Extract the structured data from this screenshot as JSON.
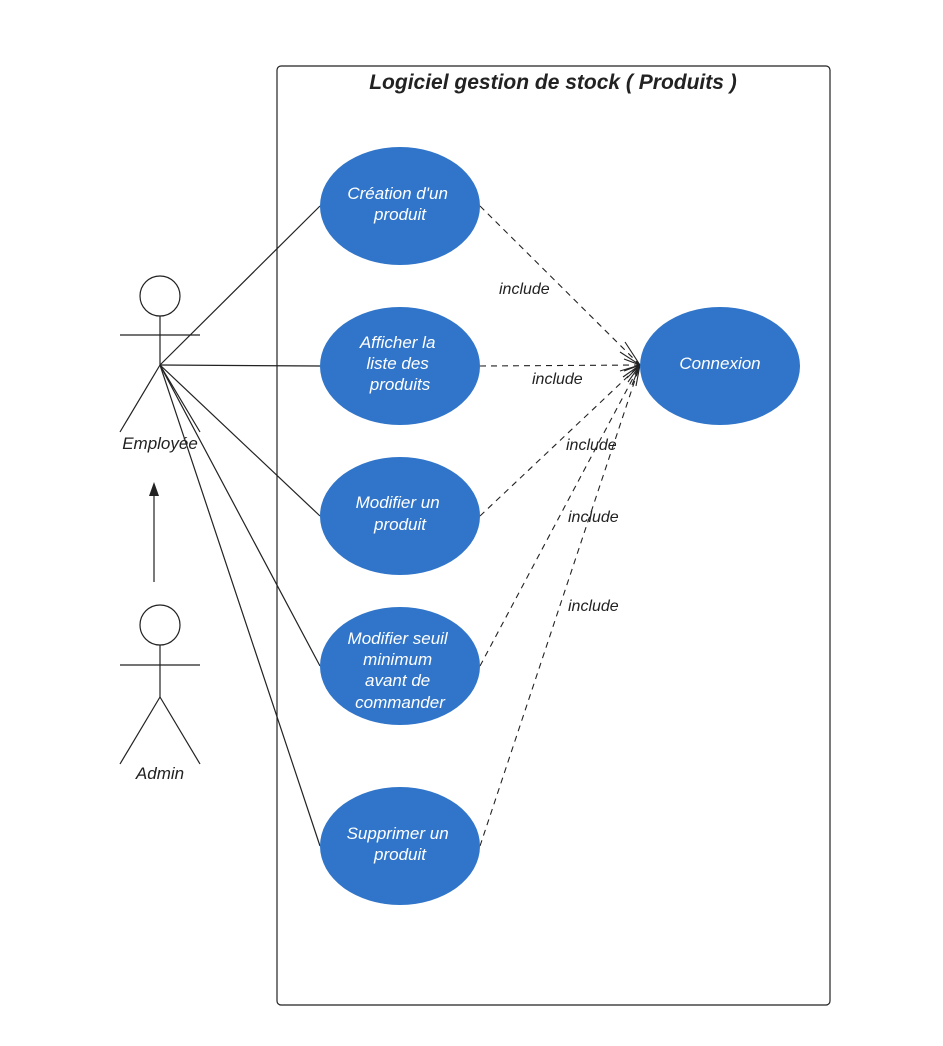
{
  "system": {
    "title": "Logiciel gestion de stock ( Produits )"
  },
  "actors": [
    {
      "id": "employee",
      "label": "Employée"
    },
    {
      "id": "admin",
      "label": "Admin"
    }
  ],
  "use_cases": [
    {
      "id": "creation",
      "lines": [
        "Création d'un",
        "produit"
      ]
    },
    {
      "id": "afficher",
      "lines": [
        "Afficher la",
        "liste des",
        "produits"
      ]
    },
    {
      "id": "modifier",
      "lines": [
        "Modifier un",
        "produit"
      ]
    },
    {
      "id": "seuil",
      "lines": [
        "Modifier seuil",
        "minimum",
        "avant de",
        "commander"
      ]
    },
    {
      "id": "supprimer",
      "lines": [
        "Supprimer un",
        "produit"
      ]
    },
    {
      "id": "connexion",
      "lines": [
        "Connexion"
      ]
    }
  ],
  "include_label": "include",
  "relations": {
    "generalization": {
      "from": "admin",
      "to": "employee"
    },
    "associations": [
      "creation",
      "afficher",
      "modifier",
      "seuil",
      "supprimer"
    ],
    "includes": [
      "creation",
      "afficher",
      "modifier",
      "seuil",
      "supprimer"
    ]
  },
  "colors": {
    "use_case_fill": "#3075c9",
    "line": "#222222",
    "background": "#ffffff"
  }
}
